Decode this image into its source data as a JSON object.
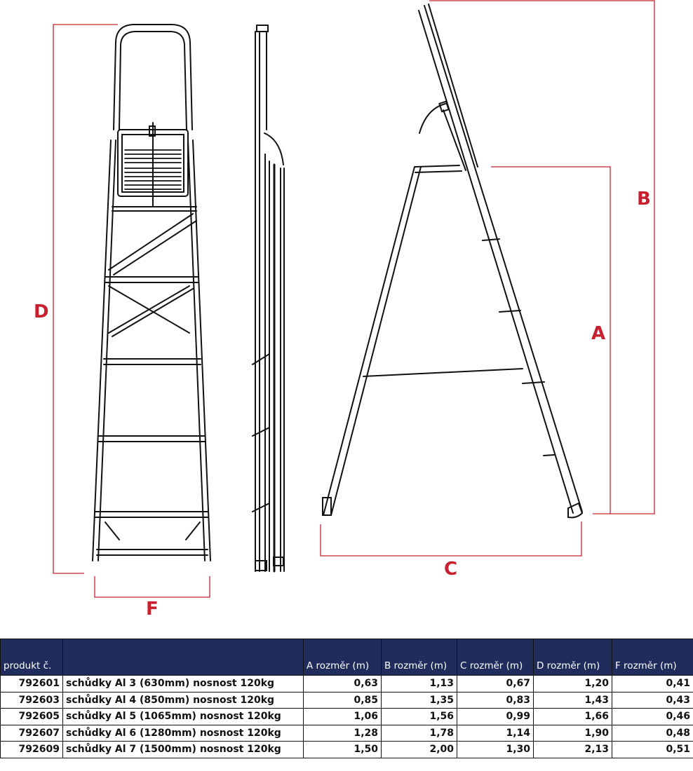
{
  "dimension_labels": {
    "A": "A",
    "B": "B",
    "C": "C",
    "D": "D",
    "F": "F"
  },
  "colors": {
    "dimension_red": "#c8202f",
    "header_navy": "#1f2c5c",
    "line_black": "#111111"
  },
  "table": {
    "headers": [
      "produkt č.",
      "",
      "A rozměr (m)",
      "B rozměr (m)",
      "C rozměr (m)",
      "D rozměr (m)",
      "F rozměr (m)"
    ],
    "rows": [
      {
        "code": "792601",
        "name": "schůdky Al 3  (630mm) nosnost 120kg",
        "A": "0,63",
        "B": "1,13",
        "C": "0,67",
        "D": "1,20",
        "F": "0,41"
      },
      {
        "code": "792603",
        "name": "schůdky Al 4  (850mm) nosnost 120kg",
        "A": "0,85",
        "B": "1,35",
        "C": "0,83",
        "D": "1,43",
        "F": "0,43"
      },
      {
        "code": "792605",
        "name": "schůdky Al 5 (1065mm) nosnost 120kg",
        "A": "1,06",
        "B": "1,56",
        "C": "0,99",
        "D": "1,66",
        "F": "0,46"
      },
      {
        "code": "792607",
        "name": "schůdky Al 6 (1280mm) nosnost 120kg",
        "A": "1,28",
        "B": "1,78",
        "C": "1,14",
        "D": "1,90",
        "F": "0,48"
      },
      {
        "code": "792609",
        "name": "schůdky Al 7 (1500mm) nosnost 120kg",
        "A": "1,50",
        "B": "2,00",
        "C": "1,30",
        "D": "2,13",
        "F": "0,51"
      }
    ]
  }
}
